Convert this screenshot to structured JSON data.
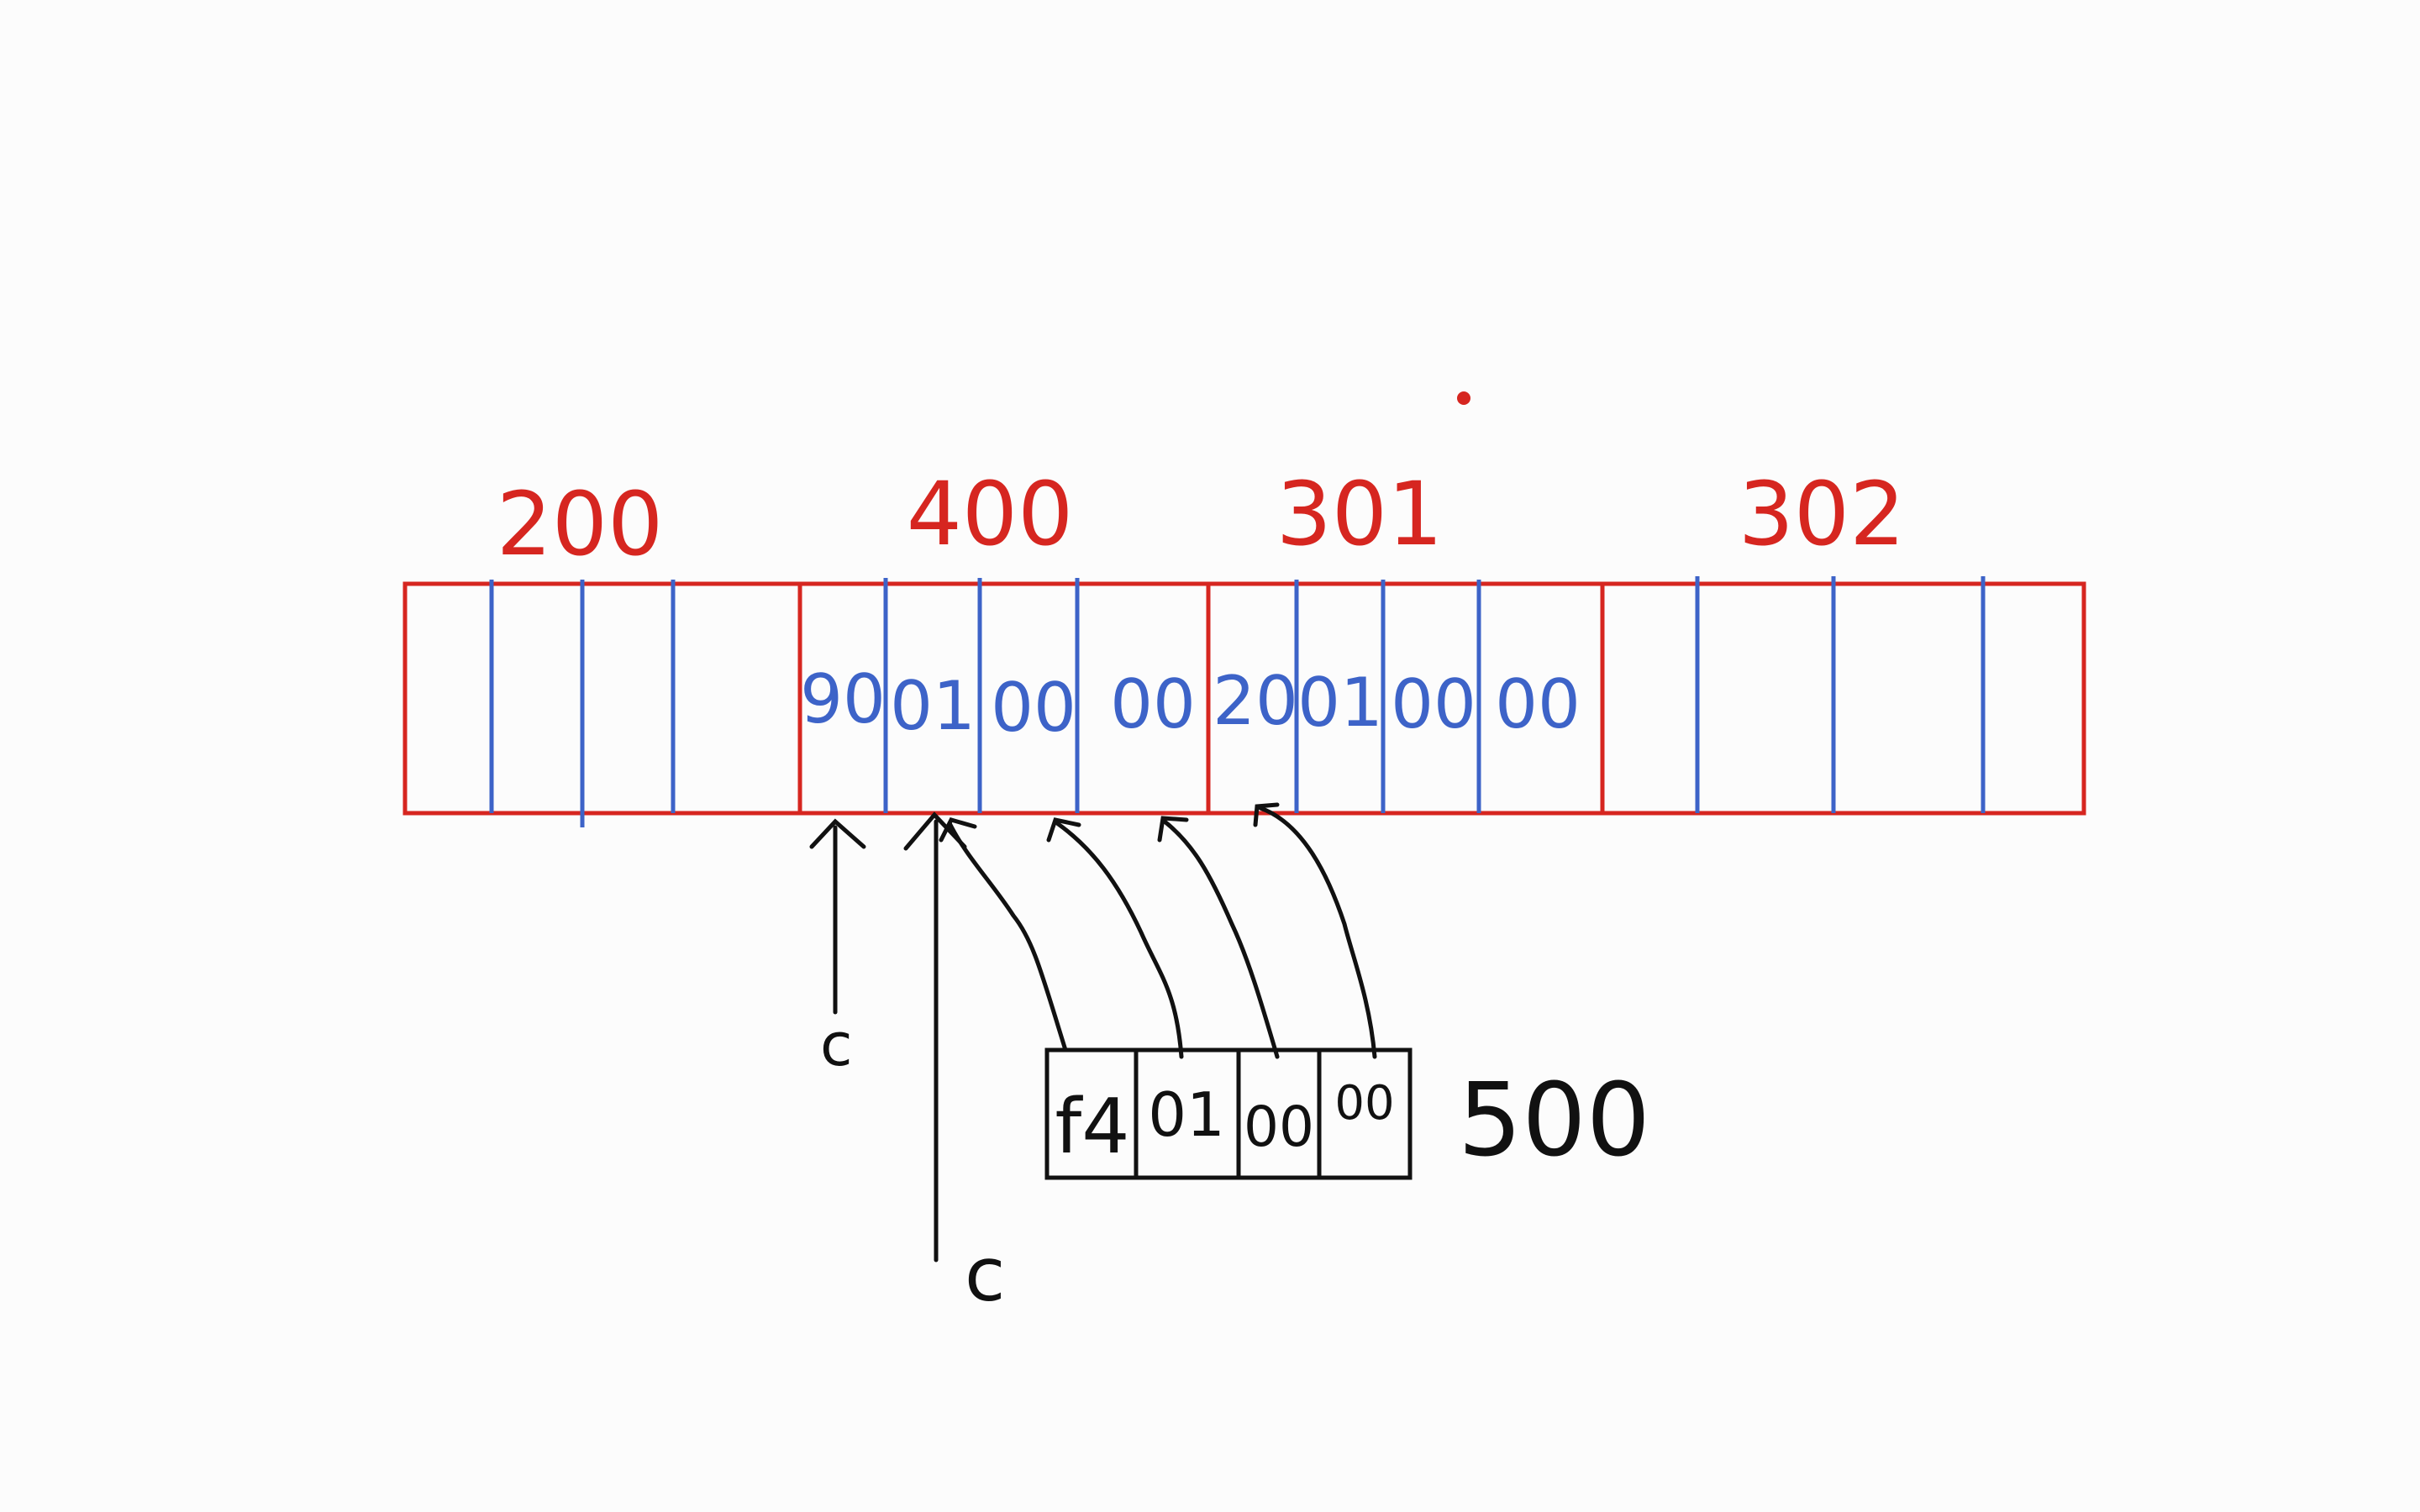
{
  "colors": {
    "background": "#fcfcfc",
    "outer_red": "#d62620",
    "inner_blue": "#3d63c8",
    "ink_black": "#111111"
  },
  "top_labels": [
    "200",
    "400",
    "301",
    "302"
  ],
  "array_bytes": {
    "cell_400": [
      "90",
      "01",
      "00",
      "00"
    ],
    "cell_301": [
      "20",
      "01",
      "00",
      "00"
    ]
  },
  "pointer_labels": [
    "c",
    "c"
  ],
  "source_block": {
    "bytes": [
      "f4",
      "01",
      "00",
      "00"
    ],
    "address_label": "500"
  }
}
